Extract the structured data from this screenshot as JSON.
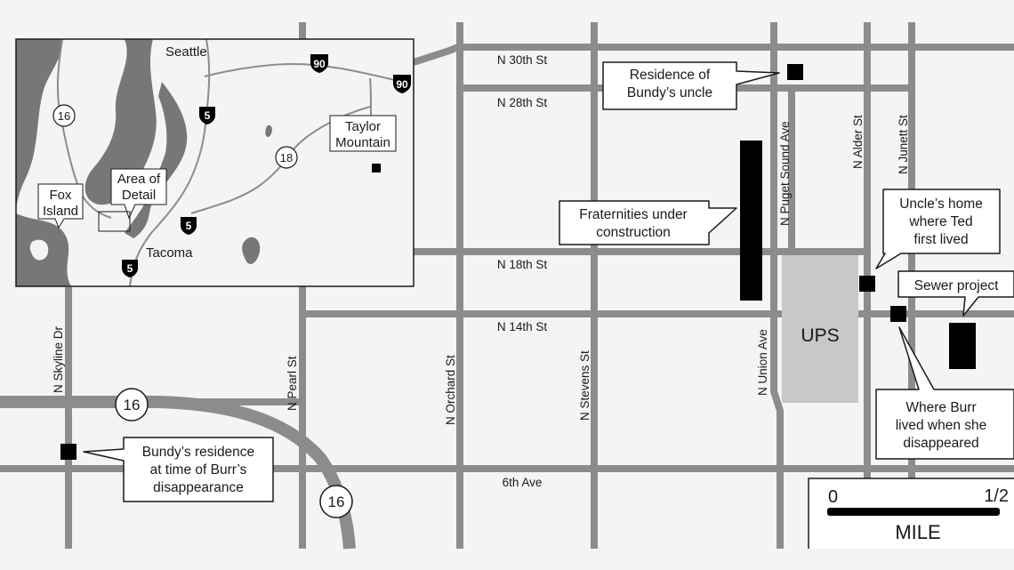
{
  "streets": {
    "n30th": "N 30th St",
    "n28th": "N 28th St",
    "n18th": "N 18th St",
    "n14th": "N 14th St",
    "sixth": "6th Ave",
    "skyline": "N Skyline Dr",
    "pearl": "N Pearl St",
    "orchard": "N Orchard St",
    "stevens": "N Stevens St",
    "union": "N Union Ave",
    "puget": "N Puget Sound Ave",
    "alder": "N Alder St",
    "junett": "N Junett St"
  },
  "routes": {
    "sr16": "16"
  },
  "callouts": {
    "uncle_res": [
      "Residence of",
      "Bundy’s uncle"
    ],
    "fraternities": [
      "Fraternities under",
      "construction"
    ],
    "uncle_home": [
      "Uncle’s home",
      "where Ted",
      "first lived"
    ],
    "sewer": [
      "Sewer project"
    ],
    "burr": [
      "Where Burr",
      "lived when she",
      "disappeared"
    ],
    "bundy": [
      "Bundy’s residence",
      "at time of Burr’s",
      "disappearance"
    ]
  },
  "campus": {
    "label": "UPS"
  },
  "scale": {
    "start": "0",
    "end": "1/2",
    "unit": "MILE"
  },
  "inset": {
    "seattle": "Seattle",
    "tacoma": "Tacoma",
    "taylor": [
      "Taylor",
      "Mountain"
    ],
    "fox": [
      "Fox",
      "Island"
    ],
    "area": [
      "Area of",
      "Detail"
    ],
    "i90": "90",
    "i5": "5",
    "sr16": "16",
    "sr18": "18"
  },
  "colors": {
    "road": "#8c8c8c",
    "water": "#777777",
    "campus": "#c8c8c8",
    "marker": "#000000"
  }
}
